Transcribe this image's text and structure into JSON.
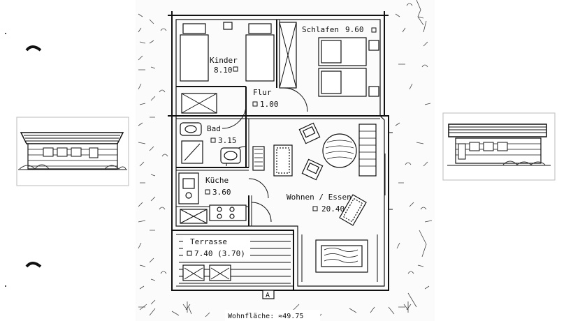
{
  "rooms": {
    "kinder": {
      "name": "Kinder",
      "area": "8.10"
    },
    "schlafen": {
      "name": "Schlafen",
      "area": "9.60"
    },
    "flur": {
      "name": "Flur",
      "area": "1.00"
    },
    "bad": {
      "name": "Bad",
      "area": "3.15"
    },
    "kueche": {
      "name": "Küche",
      "area": "3.60"
    },
    "wohnen": {
      "name": "Wohnen / Essen",
      "area": "20.40"
    },
    "terrasse": {
      "name": "Terrasse",
      "area": "7.40 (3.70)"
    }
  },
  "footer": {
    "living_area": "Wohnfläche: ≈49.75"
  },
  "north_marker": "A",
  "colors": {
    "ink": "#111111",
    "paper": "#ffffff",
    "scribble": "#444444"
  }
}
